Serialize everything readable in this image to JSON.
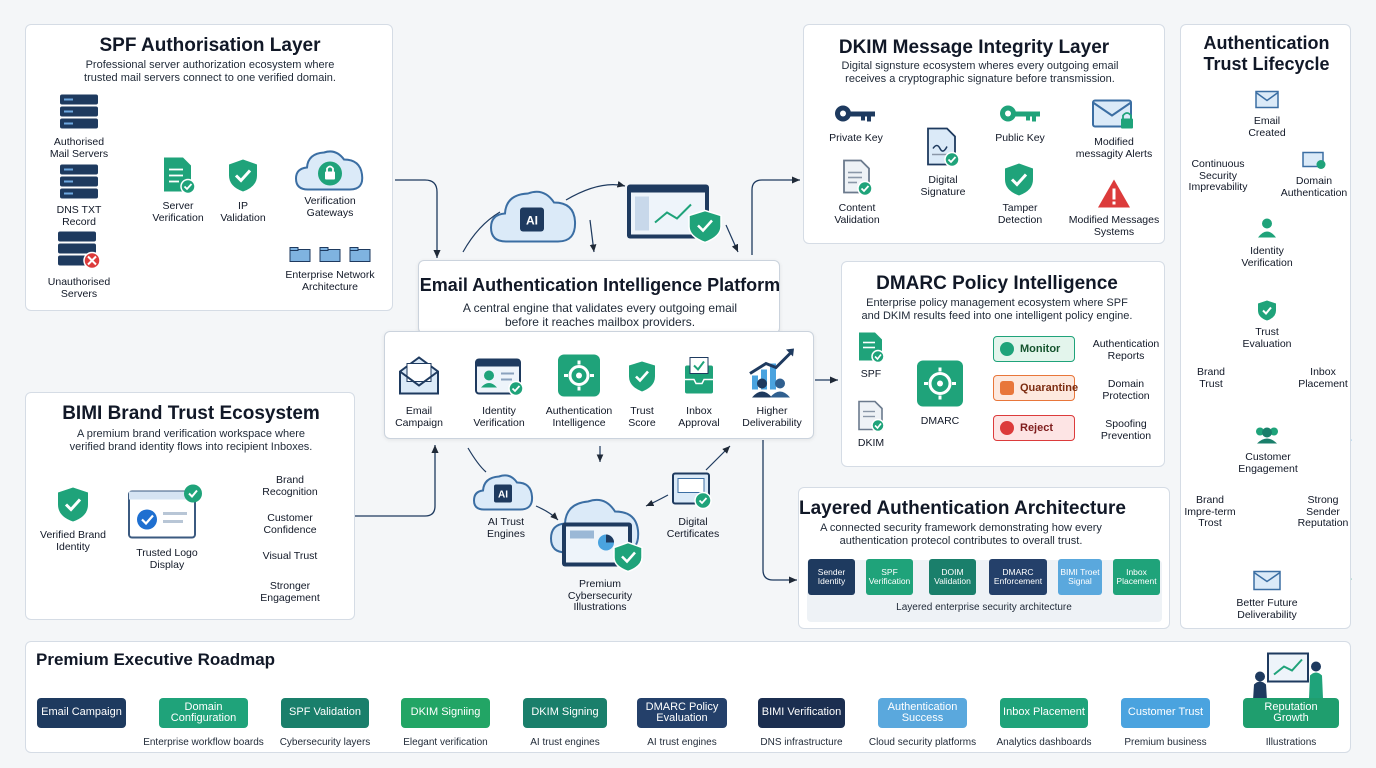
{
  "spf": {
    "title": "SPF Authorisation Layer",
    "subtitle": "Professional server authorization ecosystem where trusted mail servers connect to one verified domain.",
    "authorised": "Authorised\nMail Servers",
    "dns": "DNS TXT\nRecord",
    "unauthorised": "Unauthorised\nServers",
    "server_verification": "Server\nVerification",
    "ip_validation": "IP\nValidation",
    "gateways": "Verification\nGateways",
    "enterprise": "Enterprise Network\nArchitecture"
  },
  "bimi": {
    "title": "BIMI Brand Trust Ecosystem",
    "subtitle": "A premium brand verification workspace where verified brand identity flows into recipient Inboxes.",
    "verified_brand": "Verified Brand\nIdentity",
    "trusted_logo": "Trusted Logo\nDisplay",
    "outcomes": [
      "Brand\nRecognition",
      "Customer\nConfidence",
      "Visual Trust",
      "Stronger\nEngagement"
    ]
  },
  "platform": {
    "title": "Email Authentication Intelligence Platform",
    "subtitle": "A central engine that validates every outgoing email before it reaches mailbox providers.",
    "steps": [
      "Email\nCampaign",
      "Identity\nVerification",
      "Authentication\nIntelligence",
      "Trust\nScore",
      "Inbox\nApproval",
      "Higher\nDeliverability"
    ],
    "ai_trust": "AI Trust\nEngines",
    "digital_certs": "Digital\nCertificates",
    "premium": "Premium\nCybersecurity\nIllustrations",
    "ai_badge": "AI"
  },
  "dkim": {
    "title": "DKIM Message Integrity Layer",
    "subtitle": "Digital signsture ecosystem wheres every outgoing email receives a cryptographic signature before transmission.",
    "private_key": "Private Key",
    "content_validation": "Content\nValidation",
    "digital_signature": "Digital\nSignature",
    "public_key": "Public Key",
    "tamper": "Tamper\nDetection",
    "modified_alerts": "Modified\nmessagity Alerts",
    "modified_systems": "Modified Messages\nSystems"
  },
  "dmarc": {
    "title": "DMARC Policy Intelligence",
    "subtitle": "Enterprise policy management ecosystem where SPF and DKIM results feed into one intelligent policy engine.",
    "spf": "SPF",
    "dkim": "DKIM",
    "engine": "DMARC",
    "policies": [
      "Monitor",
      "Quarantine",
      "Reject"
    ],
    "outcomes": [
      "Authentication\nReports",
      "Domain\nProtection",
      "Spoofing\nPrevention"
    ]
  },
  "layered": {
    "title": "Layered Authentication Architecture",
    "subtitle": "A connected security framework demonstrating how every authentication protecol contributes to overall trust.",
    "layers": [
      "Sender\nIdentity",
      "SPF\nVerification",
      "DOIM\nValidation",
      "DMARC\nEnforcement",
      "BIMI\nTroet\nSignal",
      "Inbox\nPlacement"
    ],
    "caption": "Layered enterprise security architecture"
  },
  "lifecycle": {
    "title": "Authentication\nTrust Lifecycle",
    "loop1": [
      "Email\nCreated",
      "Domain\nAuthentication",
      "Identity\nVerification",
      "Continuous\nSecurity\nImprevability"
    ],
    "loop2": [
      "Trust\nEvaluation",
      "Inbox\nPlacement",
      "Customer\nEngagement",
      "Brand\nTrust"
    ],
    "loop3": [
      "Strong\nSender\nReputation",
      "Better Future\nDeliverability",
      "Brand\nImpre-term\nTrost"
    ]
  },
  "roadmap": {
    "title": "Premium Executive Roadmap",
    "steps": [
      {
        "label": "Email Campaign",
        "sub": "",
        "color": "#1e3a5f"
      },
      {
        "label": "Domain\nConfiguration",
        "sub": "Enterprise workflow boards",
        "color": "#1fa37a"
      },
      {
        "label": "SPF Validation",
        "sub": "Cybersecurity layers",
        "color": "#1a7f6b"
      },
      {
        "label": "DKIM Signiing",
        "sub": "Elegant verification",
        "color": "#22a565"
      },
      {
        "label": "DKIM Signing",
        "sub": "AI trust engines",
        "color": "#1a7f6b"
      },
      {
        "label": "DMARC Policy\nEvaluation",
        "sub": "AI trust engines",
        "color": "#24406a"
      },
      {
        "label": "BIMI Verification",
        "sub": "DNS infrastructure",
        "color": "#1b2e50"
      },
      {
        "label": "Authentication\nSuccess",
        "sub": "Cloud security platforms",
        "color": "#5aa8dd"
      },
      {
        "label": "Inbox Placement",
        "sub": "Analytics dashboards",
        "color": "#1fa37a"
      },
      {
        "label": "Customer Trust",
        "sub": "Premium business",
        "color": "#4aa3df"
      },
      {
        "label": "Reputation Growth",
        "sub": "Illustrations",
        "color": "#1f9e6e"
      }
    ]
  },
  "colors": {
    "navy": "#1e3a5f",
    "green": "#1fa37a",
    "blue": "#4aa3df",
    "red": "#dc3b3b",
    "orange": "#e8763a"
  }
}
